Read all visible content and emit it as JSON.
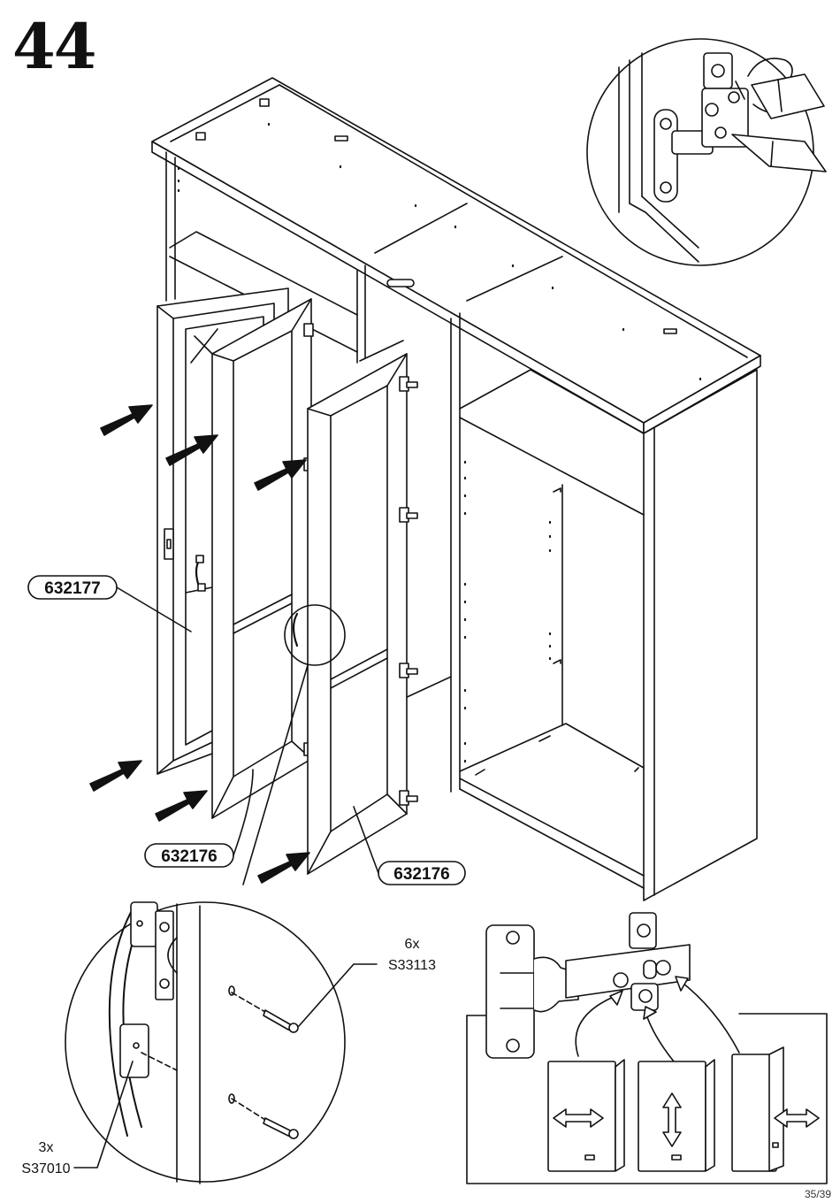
{
  "step": {
    "number": "44"
  },
  "parts": [
    {
      "code": "632177"
    },
    {
      "code": "632176"
    },
    {
      "code": "632176"
    }
  ],
  "hardware": {
    "screws": {
      "qty": "6x",
      "code": "S33113"
    },
    "handles": {
      "qty": "3x",
      "code": "S37010"
    }
  },
  "footer": {
    "page": "35/39"
  }
}
